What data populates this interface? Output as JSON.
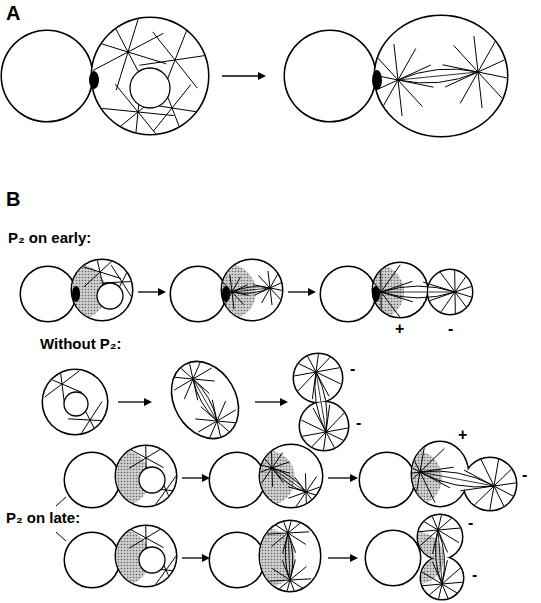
{
  "diagram": {
    "labels": [
      "A",
      "B",
      "P₂ on early:",
      "+",
      "-",
      "Without P₂:",
      "-",
      "-",
      "P₂ on late:",
      "+",
      "-",
      "-",
      "-"
    ]
  }
}
